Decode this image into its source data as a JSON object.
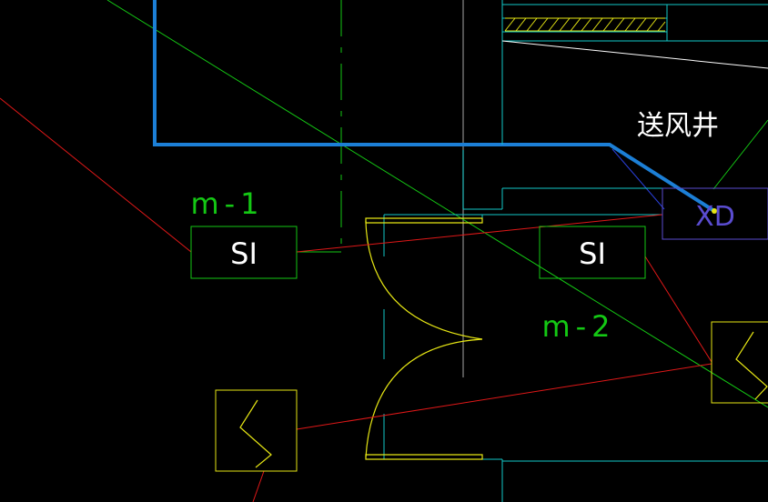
{
  "drawing": {
    "labels": {
      "shaft": "送风井",
      "tag_m1": "m-1",
      "tag_m2": "m-2",
      "box_si_left": "SI",
      "box_si_right": "SI",
      "box_xd": "XD"
    },
    "colors": {
      "background": "#000000",
      "duct_blue": "#1c7fd6",
      "green": "#14c814",
      "cyan": "#12c8c8",
      "red": "#e01818",
      "yellow": "#e6e614",
      "white": "#ffffff",
      "gray": "#9a9a9a",
      "purple": "#5a4cd0"
    }
  }
}
